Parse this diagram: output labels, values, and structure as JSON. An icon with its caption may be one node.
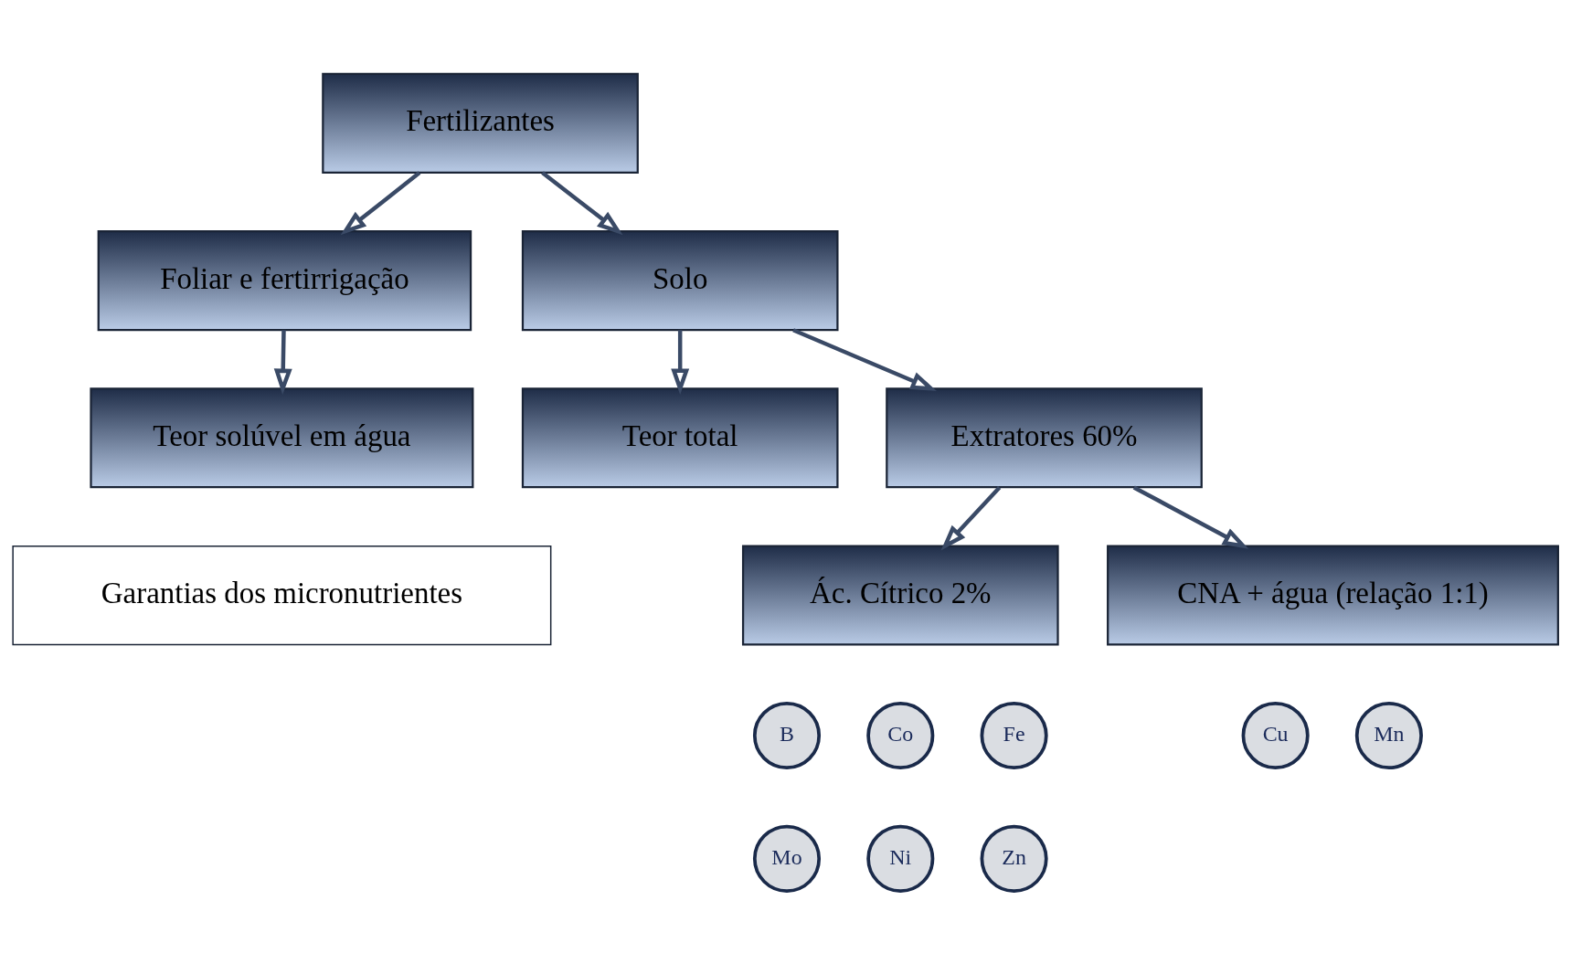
{
  "diagram": {
    "nodes": [
      {
        "text": [
          "Fertilizantes"
        ]
      },
      {
        "text": [
          "Foliar e fertirrigação"
        ]
      },
      {
        "text": [
          "Solo"
        ]
      },
      {
        "text": [
          "Teor solúvel em água"
        ]
      },
      {
        "text": [
          "Teor total"
        ]
      },
      {
        "text": [
          "Extratores 60%"
        ]
      },
      {
        "text": [
          "Ác. Cítrico 2%"
        ]
      },
      {
        "text": [
          "CNA + água (relação 1:1)"
        ]
      },
      {
        "text": [
          "Garantias dos micronutrientes"
        ]
      },
      {
        "text": [
          "B"
        ]
      },
      {
        "text": [
          "Co"
        ]
      },
      {
        "text": [
          "Fe"
        ]
      },
      {
        "text": [
          "Mo"
        ]
      },
      {
        "text": [
          "Ni"
        ]
      },
      {
        "text": [
          "Zn"
        ]
      },
      {
        "text": [
          "Cu"
        ]
      },
      {
        "text": [
          "Mn"
        ]
      }
    ],
    "edges": [
      {
        "from": 0,
        "to": 1,
        "arrow": "to"
      },
      {
        "from": 0,
        "to": 2,
        "arrow": "to"
      },
      {
        "from": 1,
        "to": 3,
        "arrow": "to"
      },
      {
        "from": 2,
        "to": 4,
        "arrow": "to"
      },
      {
        "from": 2,
        "to": 5,
        "arrow": "to"
      },
      {
        "from": 5,
        "to": 6,
        "arrow": "to"
      },
      {
        "from": 5,
        "to": 7,
        "arrow": "to"
      }
    ]
  }
}
